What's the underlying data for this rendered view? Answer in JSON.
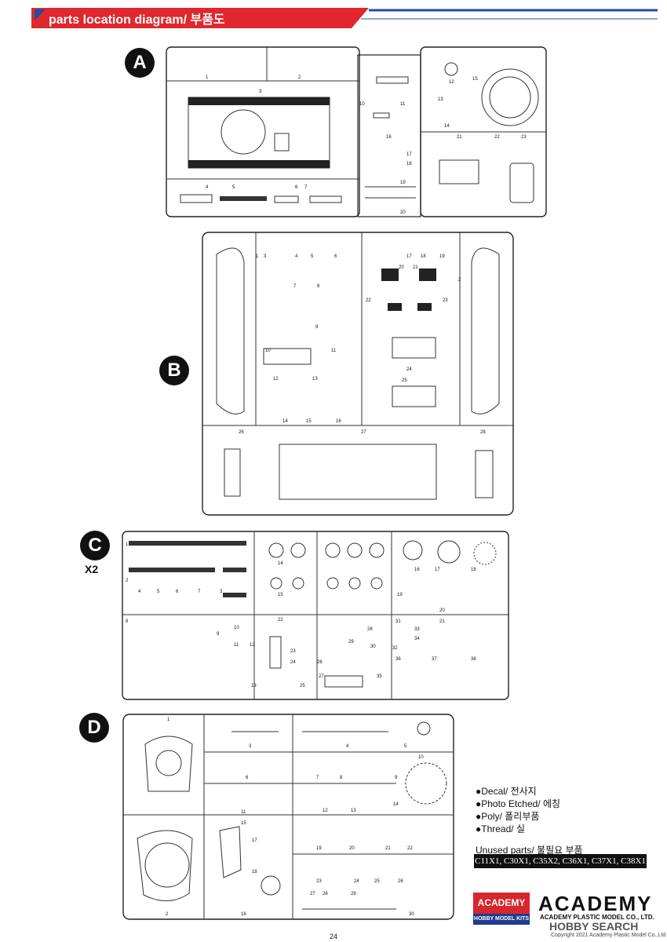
{
  "header": {
    "title": "parts location diagram/ 부품도"
  },
  "sprues": {
    "A": {
      "label": "A",
      "parts": [
        "1",
        "2",
        "3",
        "4",
        "5",
        "6",
        "7",
        "10",
        "11",
        "12",
        "13",
        "14",
        "15",
        "16",
        "17",
        "18",
        "19",
        "20",
        "21",
        "22",
        "23"
      ]
    },
    "B": {
      "label": "B",
      "parts": [
        "1",
        "2",
        "3",
        "4",
        "5",
        "6",
        "7",
        "8",
        "9",
        "10",
        "11",
        "12",
        "13",
        "14",
        "15",
        "16",
        "17",
        "18",
        "19",
        "20",
        "21",
        "22",
        "23",
        "24",
        "25",
        "26",
        "27",
        "28"
      ]
    },
    "C": {
      "label": "C",
      "multiplier": "X2",
      "parts": [
        "1",
        "2",
        "3",
        "4",
        "5",
        "6",
        "7",
        "8",
        "9",
        "10",
        "11",
        "12",
        "13",
        "14",
        "15",
        "16",
        "17",
        "18",
        "19",
        "20",
        "21",
        "22",
        "23",
        "24",
        "25",
        "26",
        "27",
        "28",
        "29",
        "30",
        "31",
        "32",
        "33",
        "34",
        "35",
        "36",
        "37",
        "38"
      ]
    },
    "D": {
      "label": "D",
      "parts": [
        "1",
        "2",
        "3",
        "4",
        "5",
        "6",
        "7",
        "8",
        "9",
        "10",
        "11",
        "12",
        "13",
        "14",
        "15",
        "16",
        "17",
        "18",
        "19",
        "20",
        "21",
        "22",
        "23",
        "24",
        "25",
        "26",
        "27",
        "28",
        "29",
        "30"
      ]
    }
  },
  "legend": {
    "items": [
      "●Decal/ 전사지",
      "●Photo Etched/ 에칭",
      "●Poly/ 폴리부품",
      "●Thread/ 실"
    ]
  },
  "unused": {
    "title": "Unused parts/ 불필요 부품",
    "parts": "C11X1, C30X1, C35X2, C36X1, C37X1, C38X1"
  },
  "footer": {
    "logo_top": "ACADEMY",
    "logo_sub": "HOBBY MODEL KITS",
    "brand": "ACADEMY",
    "brand_sub": "ACADEMY PLASTIC MODEL CO., LTD.",
    "watermark": "HOBBY SEARCH",
    "copyright": "Copyright 2021 Academy Plastic Model Co.,Ltd",
    "page_number": "24"
  },
  "colors": {
    "header_red": "#e0272d",
    "header_blue": "#1e4fa0",
    "logo_red": "#d7262d"
  }
}
